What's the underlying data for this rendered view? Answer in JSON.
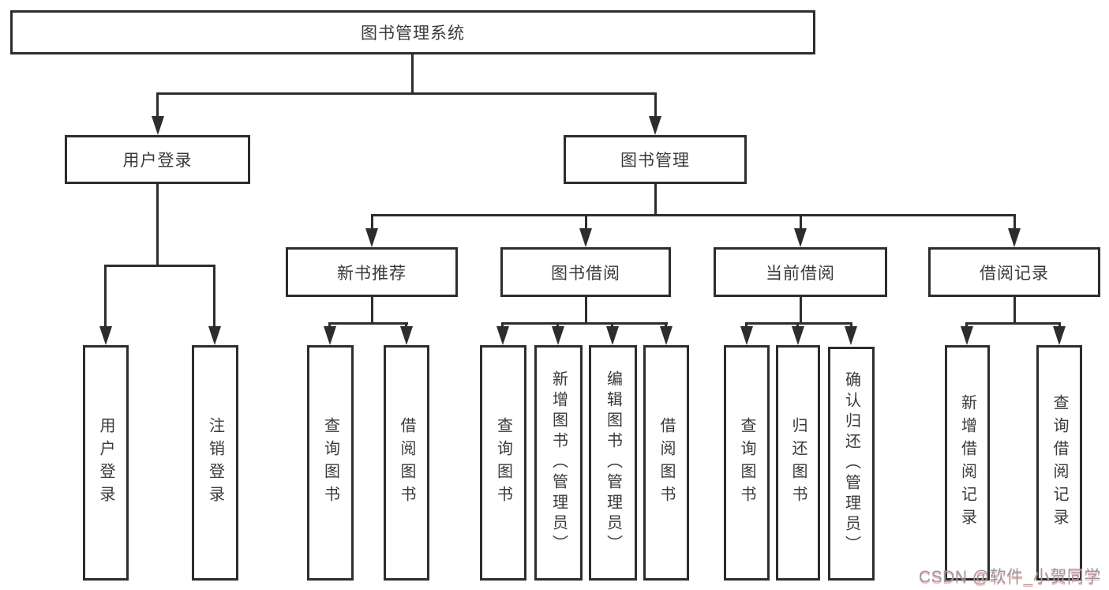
{
  "colors": {
    "line": "#2d2d2d",
    "text": "#3a3a3a",
    "background": "#ffffff",
    "watermark": "#9a9aa0",
    "watermark_shadow": "#eb7878"
  },
  "nodes": {
    "root": {
      "label": "图书管理系统"
    },
    "level2": [
      {
        "label": "用户登录",
        "parent": "图书管理系统"
      },
      {
        "label": "图书管理",
        "parent": "图书管理系统"
      }
    ],
    "level3": [
      {
        "label": "新书推荐",
        "parent": "图书管理"
      },
      {
        "label": "图书借阅",
        "parent": "图书管理"
      },
      {
        "label": "当前借阅",
        "parent": "图书管理"
      },
      {
        "label": "借阅记录",
        "parent": "图书管理"
      }
    ],
    "leaves": [
      {
        "label": "用户登录",
        "parent": "用户登录"
      },
      {
        "label": "注销登录",
        "parent": "用户登录"
      },
      {
        "label": "查询图书",
        "parent": "新书推荐"
      },
      {
        "label": "借阅图书",
        "parent": "新书推荐"
      },
      {
        "label": "查询图书",
        "parent": "图书借阅"
      },
      {
        "label": "新增图书（管理员）",
        "parent": "图书借阅"
      },
      {
        "label": "编辑图书（管理员）",
        "parent": "图书借阅"
      },
      {
        "label": "借阅图书",
        "parent": "图书借阅"
      },
      {
        "label": "查询图书",
        "parent": "当前借阅"
      },
      {
        "label": "归还图书",
        "parent": "当前借阅"
      },
      {
        "label": "确认归还（管理员）",
        "parent": "当前借阅"
      },
      {
        "label": "新增借阅记录",
        "parent": "借阅记录"
      },
      {
        "label": "查询借阅记录",
        "parent": "借阅记录"
      }
    ]
  },
  "watermark": "CSDN @软件_小贺同学"
}
